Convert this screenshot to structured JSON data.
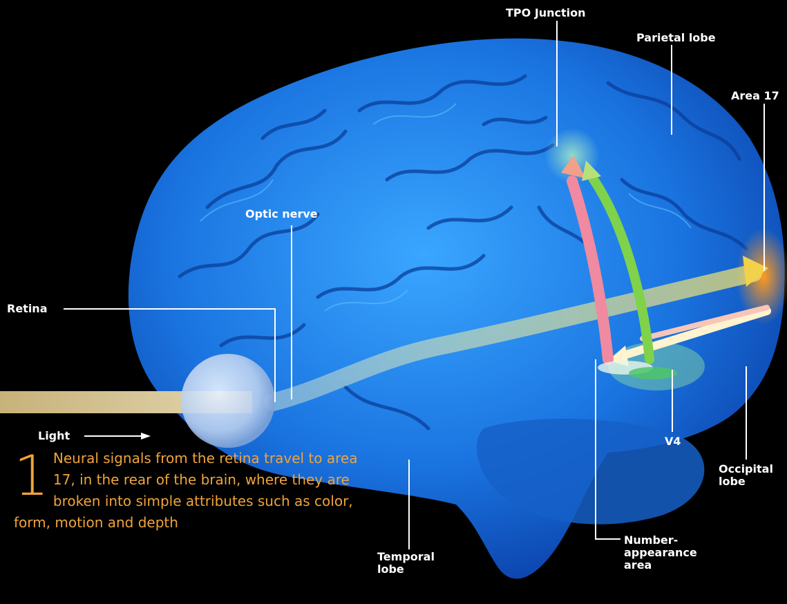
{
  "labels": {
    "tpo_junction": "TPO Junction",
    "parietal_lobe": "Parietal lobe",
    "area_17": "Area 17",
    "optic_nerve": "Optic nerve",
    "retina": "Retina",
    "light": "Light",
    "v4": "V4",
    "occipital_lobe_1": "Occipital",
    "occipital_lobe_2": "lobe",
    "temporal_lobe_1": "Temporal",
    "temporal_lobe_2": "lobe",
    "number_area_1": "Number-",
    "number_area_2": "appearance",
    "number_area_3": "area"
  },
  "caption": {
    "step_number": "1",
    "text": "Neural signals from the retina travel to area 17, in the rear of the brain, where they are broken into simple attributes such as color, form, motion and depth"
  },
  "colors": {
    "background": "#000000",
    "brain": "#1e7fe0",
    "caption": "#f0a43a",
    "label": "#ffffff",
    "area17": "#ff8a1a"
  }
}
